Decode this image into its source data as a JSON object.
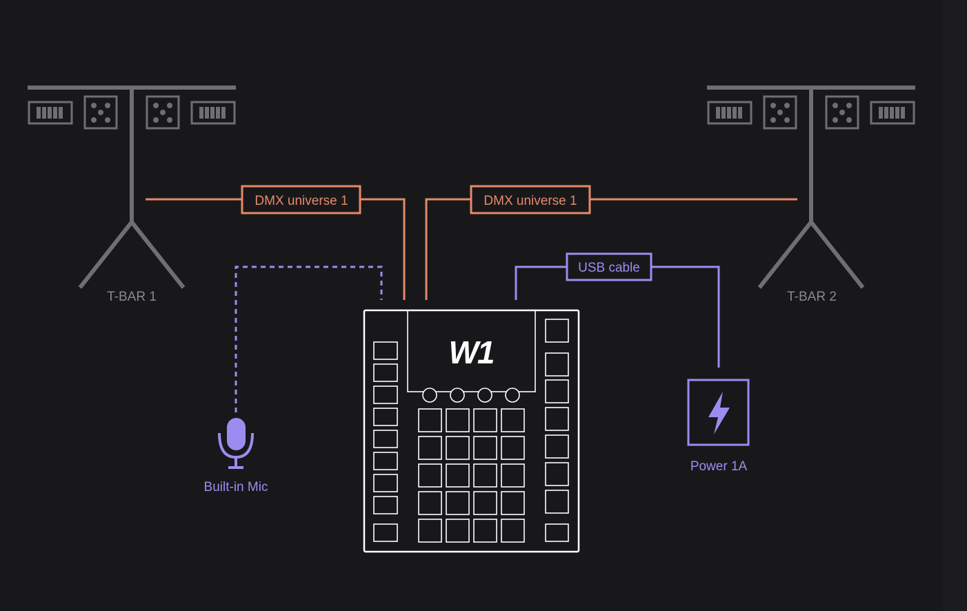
{
  "labels": {
    "tbar1": "T-BAR 1",
    "tbar2": "T-BAR 2",
    "dmx_left": "DMX universe 1",
    "dmx_right": "DMX universe 1",
    "usb": "USB cable",
    "mic": "Built-in Mic",
    "power": "Power 1A",
    "logo": "W1"
  },
  "colors": {
    "background": "#18181b",
    "stand": "#6f6f72",
    "dmx": "#e58a68",
    "usb": "#9d8cf0",
    "device": "#ffffff",
    "tbar_label": "#8a8a8d"
  }
}
